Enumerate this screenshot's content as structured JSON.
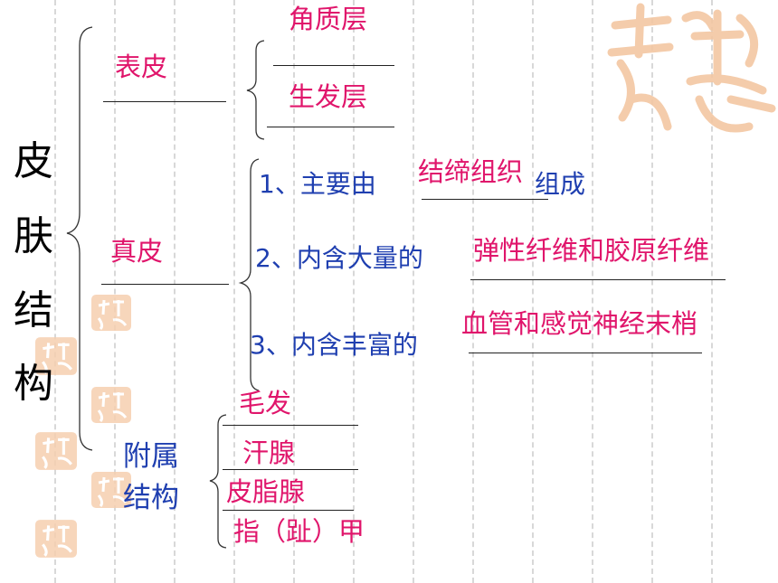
{
  "title_chars": [
    "皮",
    "肤",
    "结",
    "构"
  ],
  "epidermis": {
    "label": "表皮",
    "answers": [
      "角质层",
      "生发层"
    ]
  },
  "dermis": {
    "label": "真皮",
    "items": [
      {
        "prefix": "1、主要由",
        "answer": "结缔组织",
        "suffix": "组成"
      },
      {
        "prefix": "2、内含大量的",
        "answer": "弹性纤维和胶原纤维"
      },
      {
        "prefix": "3、内含丰富的",
        "answer": "血管和感觉神经末梢"
      }
    ]
  },
  "appendages": {
    "label_line1": "附属",
    "label_line2": "结构",
    "answers": [
      "毛发",
      "汗腺",
      "皮脂腺",
      "指（趾）甲"
    ]
  },
  "colors": {
    "answer": "#e0156b",
    "question": "#1f3fb0",
    "heading": "#000000",
    "seal": "#f6c9a8"
  }
}
